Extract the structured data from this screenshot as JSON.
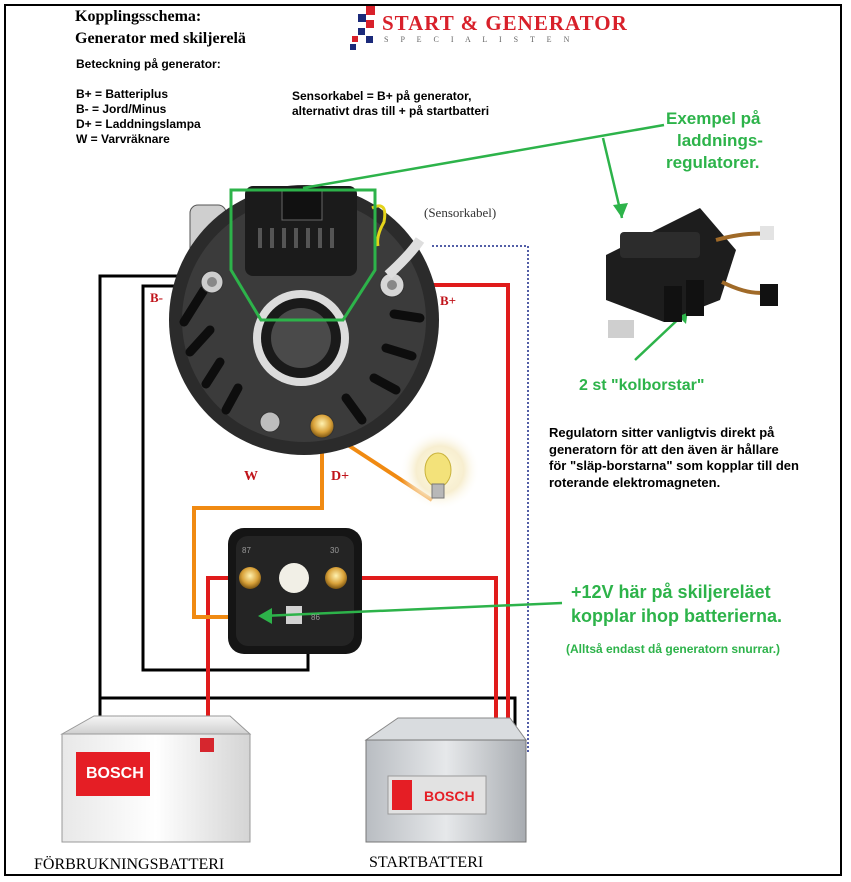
{
  "header": {
    "title_line1": "Kopplingsschema:",
    "title_line2": "Generator med skiljerelä",
    "subtitle": "Beteckning på generator:"
  },
  "legend": [
    {
      "code": "B+",
      "desc": "= Batteriplus"
    },
    {
      "code": "B-",
      "desc": "= Jord/Minus"
    },
    {
      "code": "D+",
      "desc": "= Laddningslampa"
    },
    {
      "code": "W",
      "desc": "= Varvräknare"
    }
  ],
  "logo": {
    "name": "START & GENERATOR",
    "tagline": "S P E C I A L I S T E N"
  },
  "sensor_note": {
    "line1": "Sensorkabel = B+ på generator,",
    "line2": "alternativt dras till + på startbatteri"
  },
  "sensor_label": "(Sensorkabel)",
  "terminals": {
    "b_minus": "B-",
    "b_plus": "B+",
    "w": "W",
    "d_plus": "D+"
  },
  "relay_pins": {
    "p87": "87",
    "p30": "30",
    "p86": "86"
  },
  "regulator_callout": {
    "line1": "Exempel på",
    "line2": "laddnings-",
    "line3": "regulatorer."
  },
  "brushes_callout": "2 st \"kolborstar\"",
  "regulator_note": {
    "line1": "Regulatorn sitter vanligtvis direkt på",
    "line2": "generatorn för att den även är hållare",
    "line3": "för \"släp-borstarna\" som kopplar till den",
    "line4": "roterande elektromagneten."
  },
  "relay_callout": {
    "line1": "+12V här på skiljereläet",
    "line2": "kopplar ihop batterierna.",
    "note": "(Alltså endast då generatorn snurrar.)"
  },
  "batteries": {
    "aux_brand": "BOSCH",
    "start_brand": "BOSCH",
    "aux_label": "FÖRBRUKNINGSBATTERI",
    "start_label": "STARTBATTERI"
  },
  "colors": {
    "accent_green": "#2db34a",
    "wire_red": "#e01b1b",
    "wire_black": "#000000",
    "wire_orange": "#f08a12",
    "sensor_blue": "#1a2a8a",
    "logo_red": "#d8202a"
  }
}
